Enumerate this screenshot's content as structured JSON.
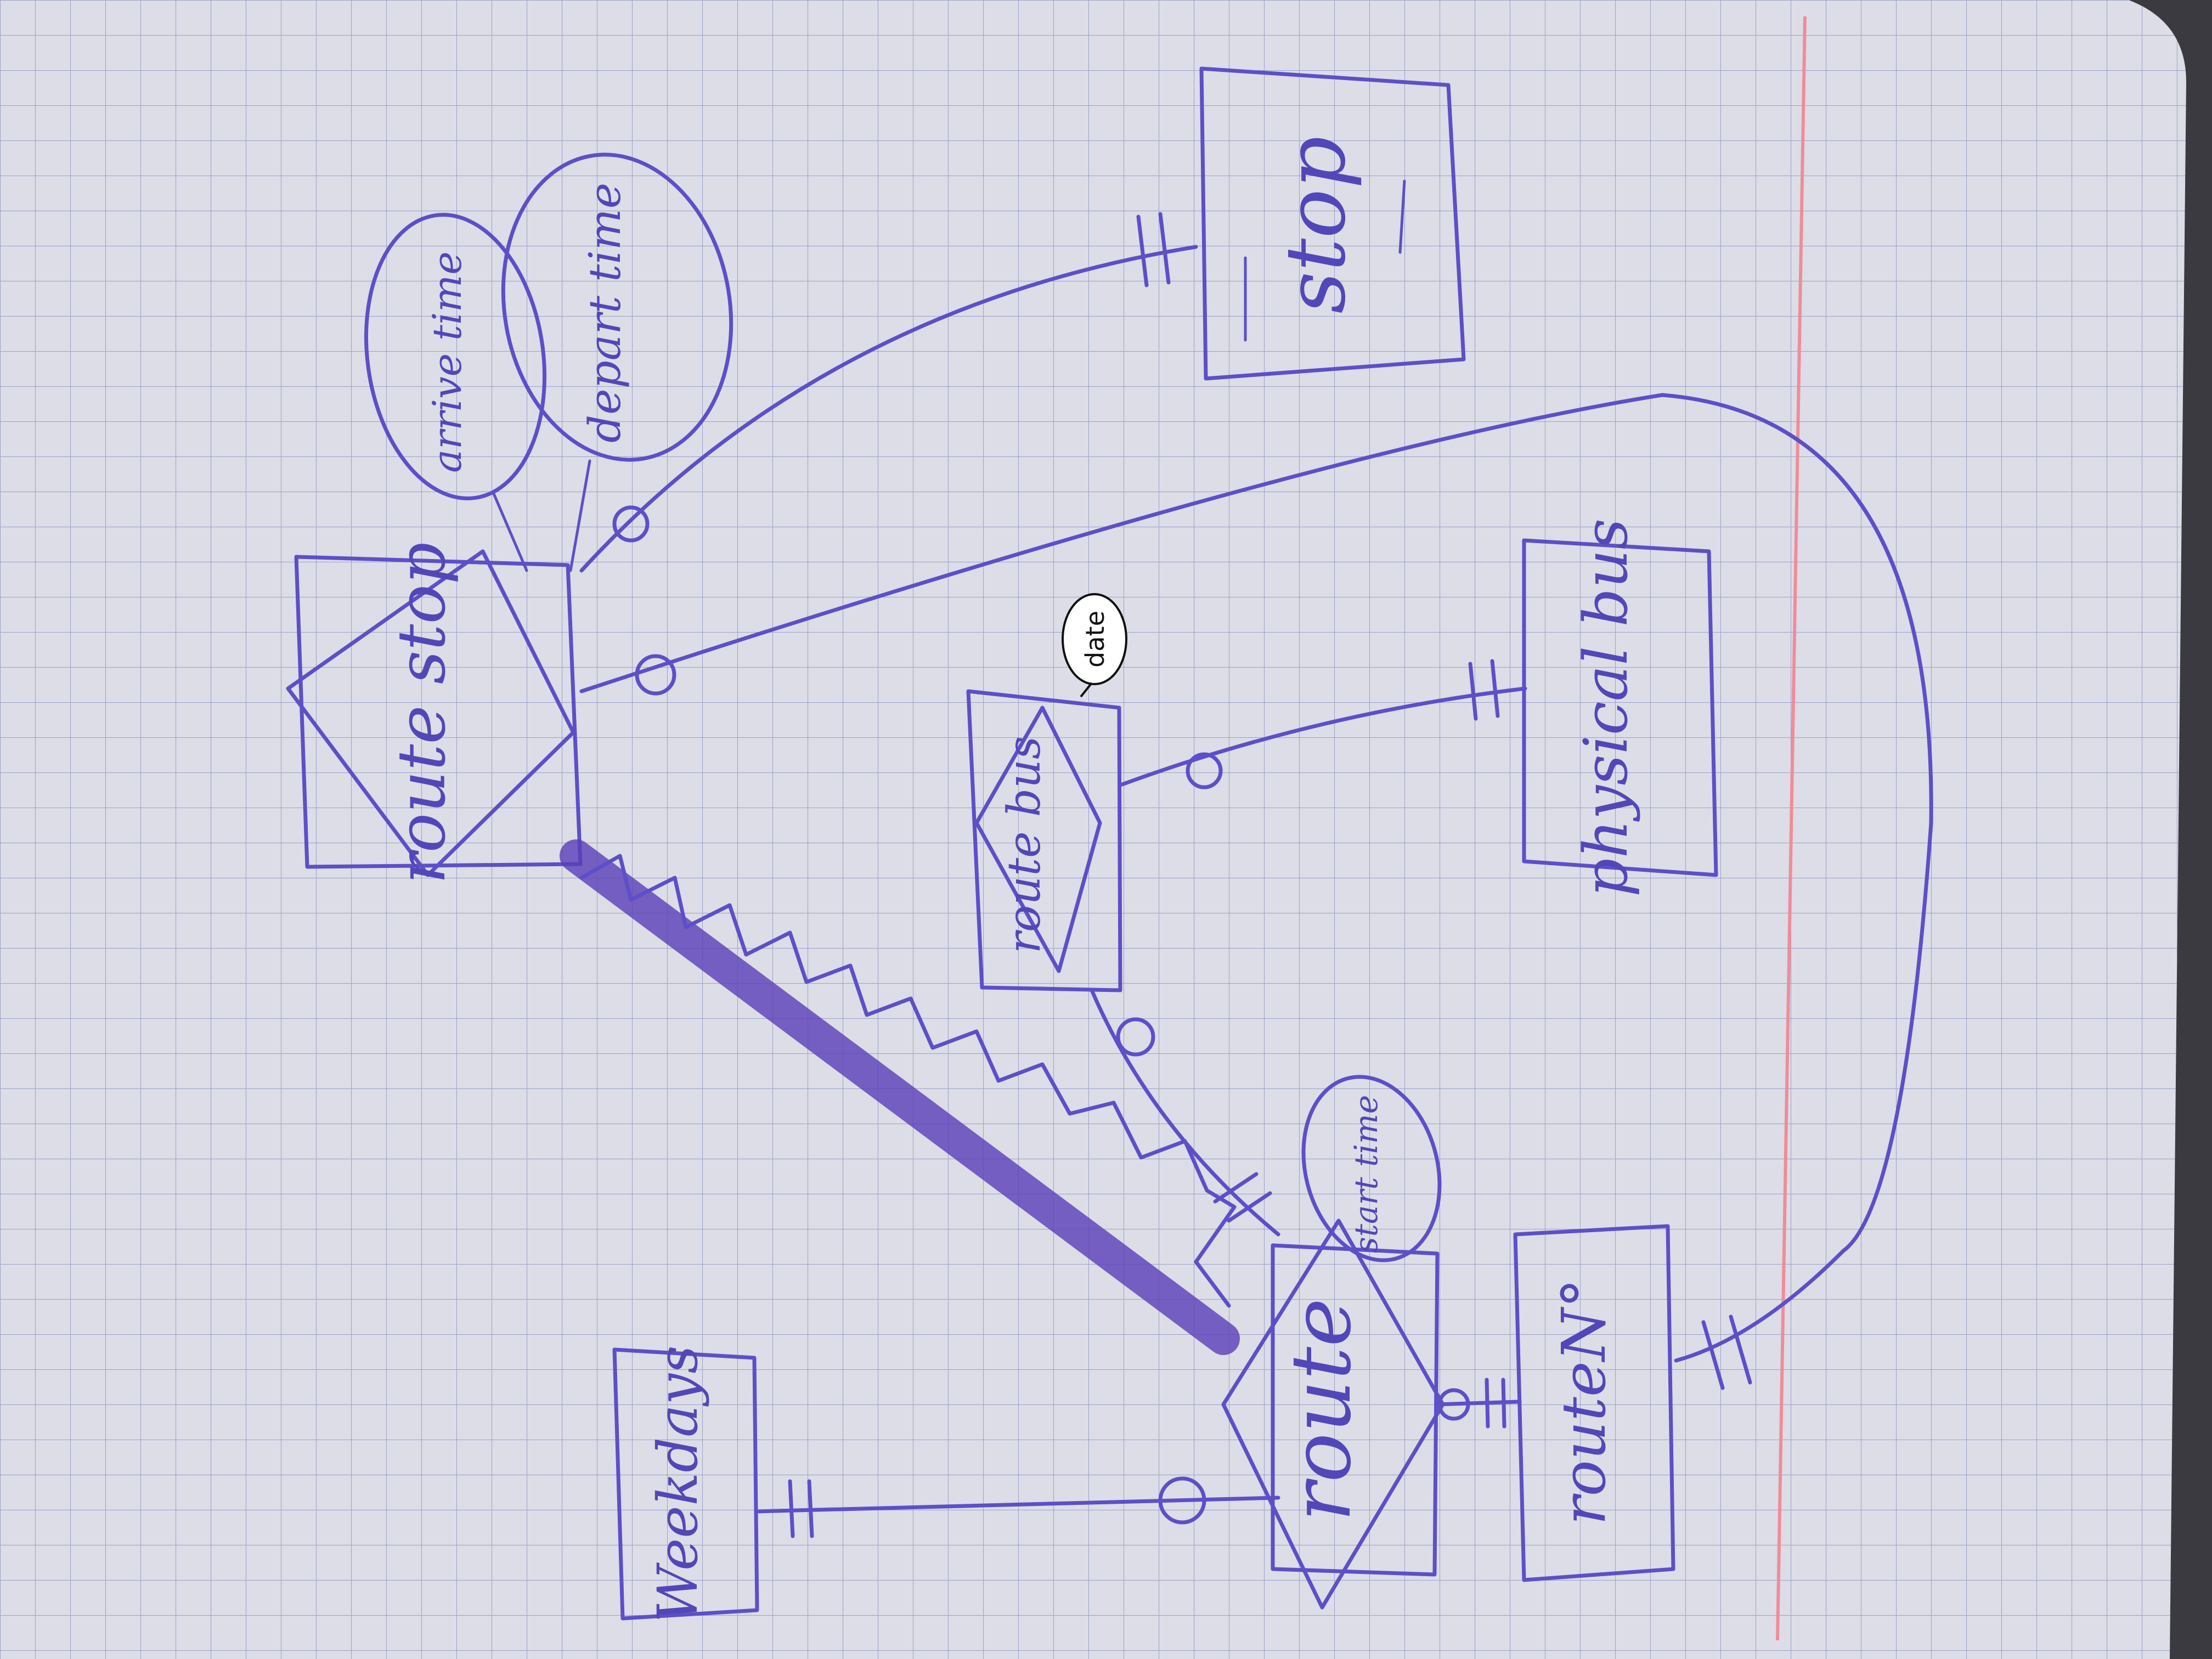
{
  "colors": {
    "paper": "#dcdde6",
    "grid": "#9aa0c8",
    "ink": "#5d4fc8",
    "margin_line": "#f08c9a",
    "background": "#3a3a40"
  },
  "diagram": {
    "entities": {
      "stop": "stop",
      "physical_bus": "physical bus",
      "route_no": "routeN°",
      "weekdays": "Weekdays",
      "route_stop": "route stop",
      "route_bus": "route bus",
      "route": "route"
    },
    "attributes": {
      "arrive_time": "arrive time",
      "depart_time": "depart time",
      "start_time": "start time",
      "date": "date"
    }
  }
}
